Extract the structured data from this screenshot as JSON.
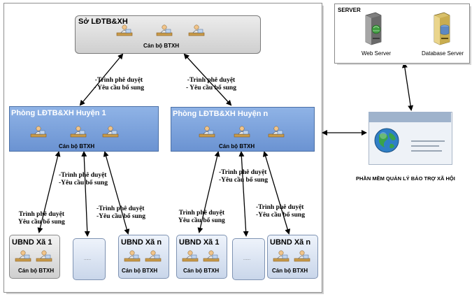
{
  "top": {
    "title": "Sở LĐTB&XH",
    "caption": "Cán bộ BTXH"
  },
  "huyen1": {
    "title": "Phòng LĐTB&XH Huyện 1",
    "caption": "Cán bộ BTXH"
  },
  "huyenn": {
    "title": "Phòng LĐTB&XH Huyện n",
    "caption": "Cán bộ BTXH"
  },
  "note_top_left": {
    "line1": "-Trình phê duyệt",
    "line2": "- Yêu cầu bổ sung"
  },
  "note_top_right": {
    "line1": "-Trình phê duyệt",
    "line2": "- Yêu cầu bổ sung"
  },
  "note_h1_center": {
    "line1": "-Trình phê duyệt",
    "line2": "-Yêu cầu bổ sung"
  },
  "note_h1_left": {
    "line1": "Trình phê duyệt",
    "line2": "Yêu cầu bổ sung"
  },
  "note_h1_right": {
    "line1": "-Trình phê duyệt",
    "line2": "-Yêu cầu bổ sung"
  },
  "note_hn_center": {
    "line1": "-Trình phê duyệt",
    "line2": "-Yêu cầu bổ sung"
  },
  "note_hn_left": {
    "line1": "Trình phê duyệt",
    "line2": "Yêu cầu bổ sung"
  },
  "note_hn_right": {
    "line1": "-Trình phê duyệt",
    "line2": "-Yêu cầu bổ sung"
  },
  "xa_h1_1": {
    "title": "UBND Xã 1",
    "caption": "Cán bộ BTXH"
  },
  "xa_h1_mid": {
    "dots": "......"
  },
  "xa_h1_n": {
    "title": "UBND Xã n",
    "caption": "Cán bộ BTXH"
  },
  "xa_hn_1": {
    "title": "UBND Xã 1",
    "caption": "Cán bộ BTXH"
  },
  "xa_hn_mid": {
    "dots": "......"
  },
  "xa_hn_n": {
    "title": "UBND Xã n",
    "caption": "Cán bộ BTXH"
  },
  "server": {
    "title": "SERVER",
    "web_label": "Web Server",
    "db_label": "Database Server"
  },
  "software": {
    "label": "PHẦN MỀM QUẢN LÝ BẢO TRỢ XÃ HỘI"
  },
  "icons": {
    "officer": "officer-at-desk-icon",
    "web_server": "web-server-icon",
    "database": "database-server-icon",
    "globe": "globe-icon"
  }
}
